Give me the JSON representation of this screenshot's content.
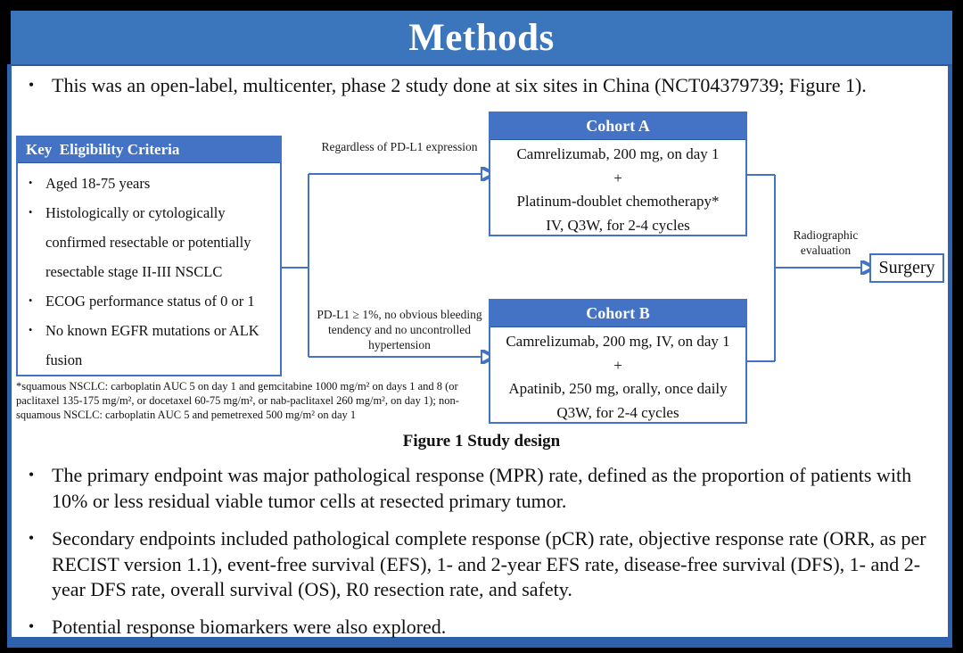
{
  "slide_title": "Methods",
  "intro_bullet": "This was an open-label, multicenter, phase 2 study done at six sites in China (NCT04379739; Figure 1).",
  "figure": {
    "caption": "Figure 1 Study design",
    "eligibility": {
      "header": "Key  Eligibility Criteria",
      "items": [
        "Aged 18-75 years",
        "Histologically or cytologically confirmed resectable or potentially resectable stage II-III NSCLC",
        "ECOG performance status of 0 or 1",
        "No known EGFR mutations or ALK fusion"
      ]
    },
    "branch_labels": {
      "top": "Regardless of PD-L1 expression",
      "bottom": "PD-L1 ≥ 1%, no obvious bleeding tendency and no uncontrolled hypertension"
    },
    "cohort_a": {
      "header": "Cohort A",
      "lines": [
        "Camrelizumab, 200 mg, on day 1",
        "+",
        "Platinum-doublet chemotherapy*",
        "IV, Q3W, for 2-4 cycles"
      ]
    },
    "cohort_b": {
      "header": "Cohort B",
      "lines": [
        "Camrelizumab, 200 mg, IV, on day 1",
        "+",
        "Apatinib, 250 mg, orally, once daily",
        "Q3W, for 2-4 cycles"
      ]
    },
    "evaluation_label": "Radiographic evaluation",
    "surgery_box": "Surgery",
    "footnote": "*squamous NSCLC: carboplatin AUC 5 on day 1 and gemcitabine 1000 mg/m² on days 1 and 8 (or paclitaxel 135-175 mg/m², or docetaxel 60-75 mg/m², or nab-paclitaxel 260 mg/m², on day 1); non-squamous NSCLC: carboplatin AUC 5 and pemetrexed 500 mg/m² on day 1"
  },
  "bullets": [
    "The primary endpoint was major pathological response (MPR) rate, defined as the proportion of patients with 10% or less residual viable tumor cells at resected primary tumor.",
    "Secondary endpoints included pathological complete response (pCR) rate, objective response rate (ORR, as per RECIST version 1.1), event-free survival (EFS), 1- and 2-year EFS rate, disease-free survival (DFS), 1- and 2-year DFS rate, overall survival (OS), R0 resection rate, and safety.",
    "Potential response biomarkers were also explored."
  ],
  "colors": {
    "banner_blue": "#3B76BC",
    "box_header_blue": "#4472C4",
    "connector_blue": "#4472C4",
    "frame_blue": "#2E62AE",
    "text_black": "#111111",
    "white": "#FFFFFF"
  }
}
